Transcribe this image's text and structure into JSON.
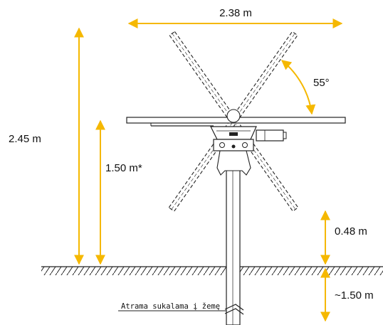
{
  "labels": {
    "width": "2.38 m",
    "total_height": "2.45 m",
    "panel_height": "1.50 m*",
    "tilt_angle": "55°",
    "clearance": "0.48 m",
    "depth": "~1.50 m",
    "ground_note": "Atrama sukalama į žemę"
  },
  "colors": {
    "arrow": "#f5b800",
    "line": "#222222",
    "hatch": "#222222",
    "background": "#ffffff"
  }
}
